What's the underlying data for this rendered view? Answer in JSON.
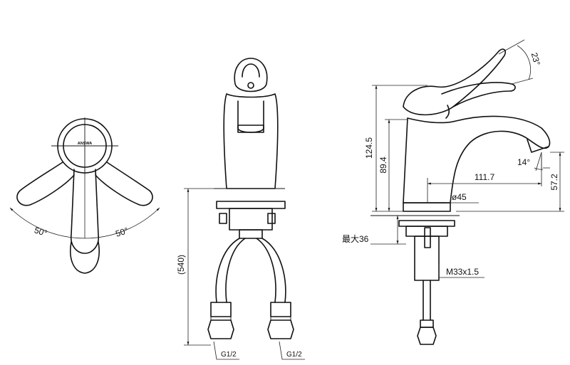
{
  "top_view": {
    "brand": "ANSWA",
    "angle_left": "50°",
    "angle_right": "50°"
  },
  "front_view": {
    "length": "(540)",
    "thread_left": "G1/2",
    "thread_right": "G1/2"
  },
  "side_view": {
    "handle_angle": "23°",
    "height_total": "124.5",
    "height_spout": "89.4",
    "reach": "111.7",
    "spout_angle": "14°",
    "outlet_height": "57.2",
    "base_dia": "ø45",
    "max_thickness": "最大36",
    "thread_mount": "M33x1.5"
  }
}
